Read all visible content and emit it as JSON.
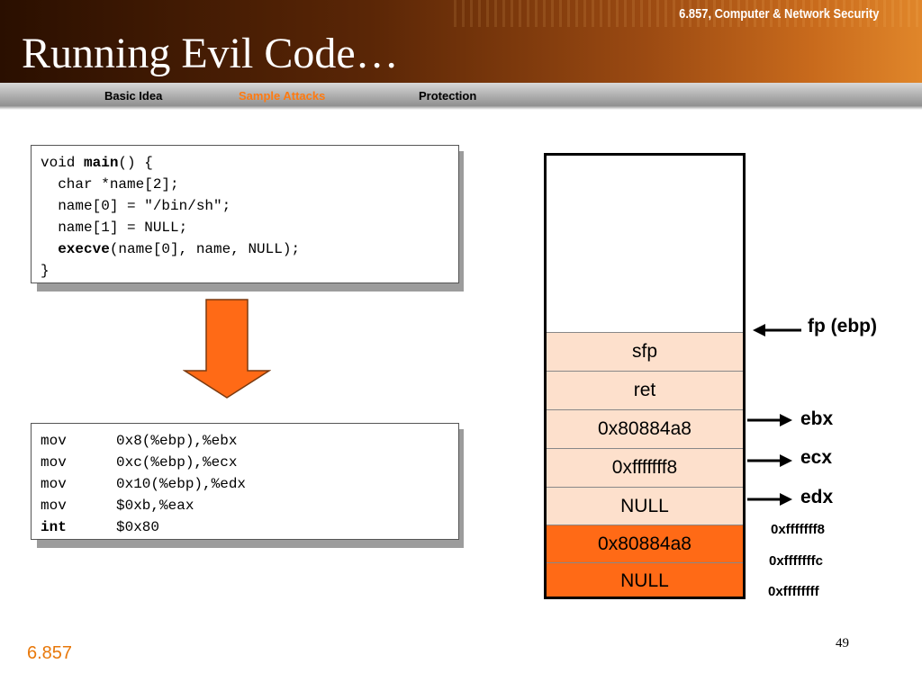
{
  "header": {
    "course": "6.857, Computer & Network Security",
    "title": "Running Evil Code…"
  },
  "nav": {
    "items": [
      {
        "label": "Basic Idea",
        "active": false
      },
      {
        "label": "Sample Attacks",
        "active": true
      },
      {
        "label": "Protection",
        "active": false
      }
    ]
  },
  "c_code": {
    "l1_a": "void ",
    "l1_b": "main",
    "l1_c": "() {",
    "l2": "  char *name[2];",
    "l3": "  name[0] = \"/bin/sh\";",
    "l4": "  name[1] = NULL;",
    "l5_a": "  ",
    "l5_b": "execve",
    "l5_c": "(name[0], name, NULL);",
    "l6": "}"
  },
  "asm_code": {
    "lines": [
      {
        "op": "mov",
        "args": "0x8(%ebp),%ebx"
      },
      {
        "op": "mov",
        "args": "0xc(%ebp),%ecx"
      },
      {
        "op": "mov",
        "args": "0x10(%ebp),%edx"
      },
      {
        "op": "mov",
        "args": "$0xb,%eax"
      },
      {
        "op": "int",
        "args": "$0x80"
      }
    ]
  },
  "stack": {
    "cells": [
      "sfp",
      "ret",
      "0x80884a8",
      "0xfffffff8",
      "NULL",
      "0x80884a8",
      "NULL"
    ]
  },
  "pointers": {
    "fp": "fp (ebp)",
    "ebx": "ebx",
    "ecx": "ecx",
    "edx": "edx"
  },
  "addresses": [
    "0xfffffff8",
    "0xfffffffc",
    "0xffffffff"
  ],
  "footer": {
    "label": "6.857",
    "page": "49"
  },
  "colors": {
    "accent": "#ff6a16",
    "light_cell": "#fde0cc",
    "nav_active": "#ff7a10"
  }
}
